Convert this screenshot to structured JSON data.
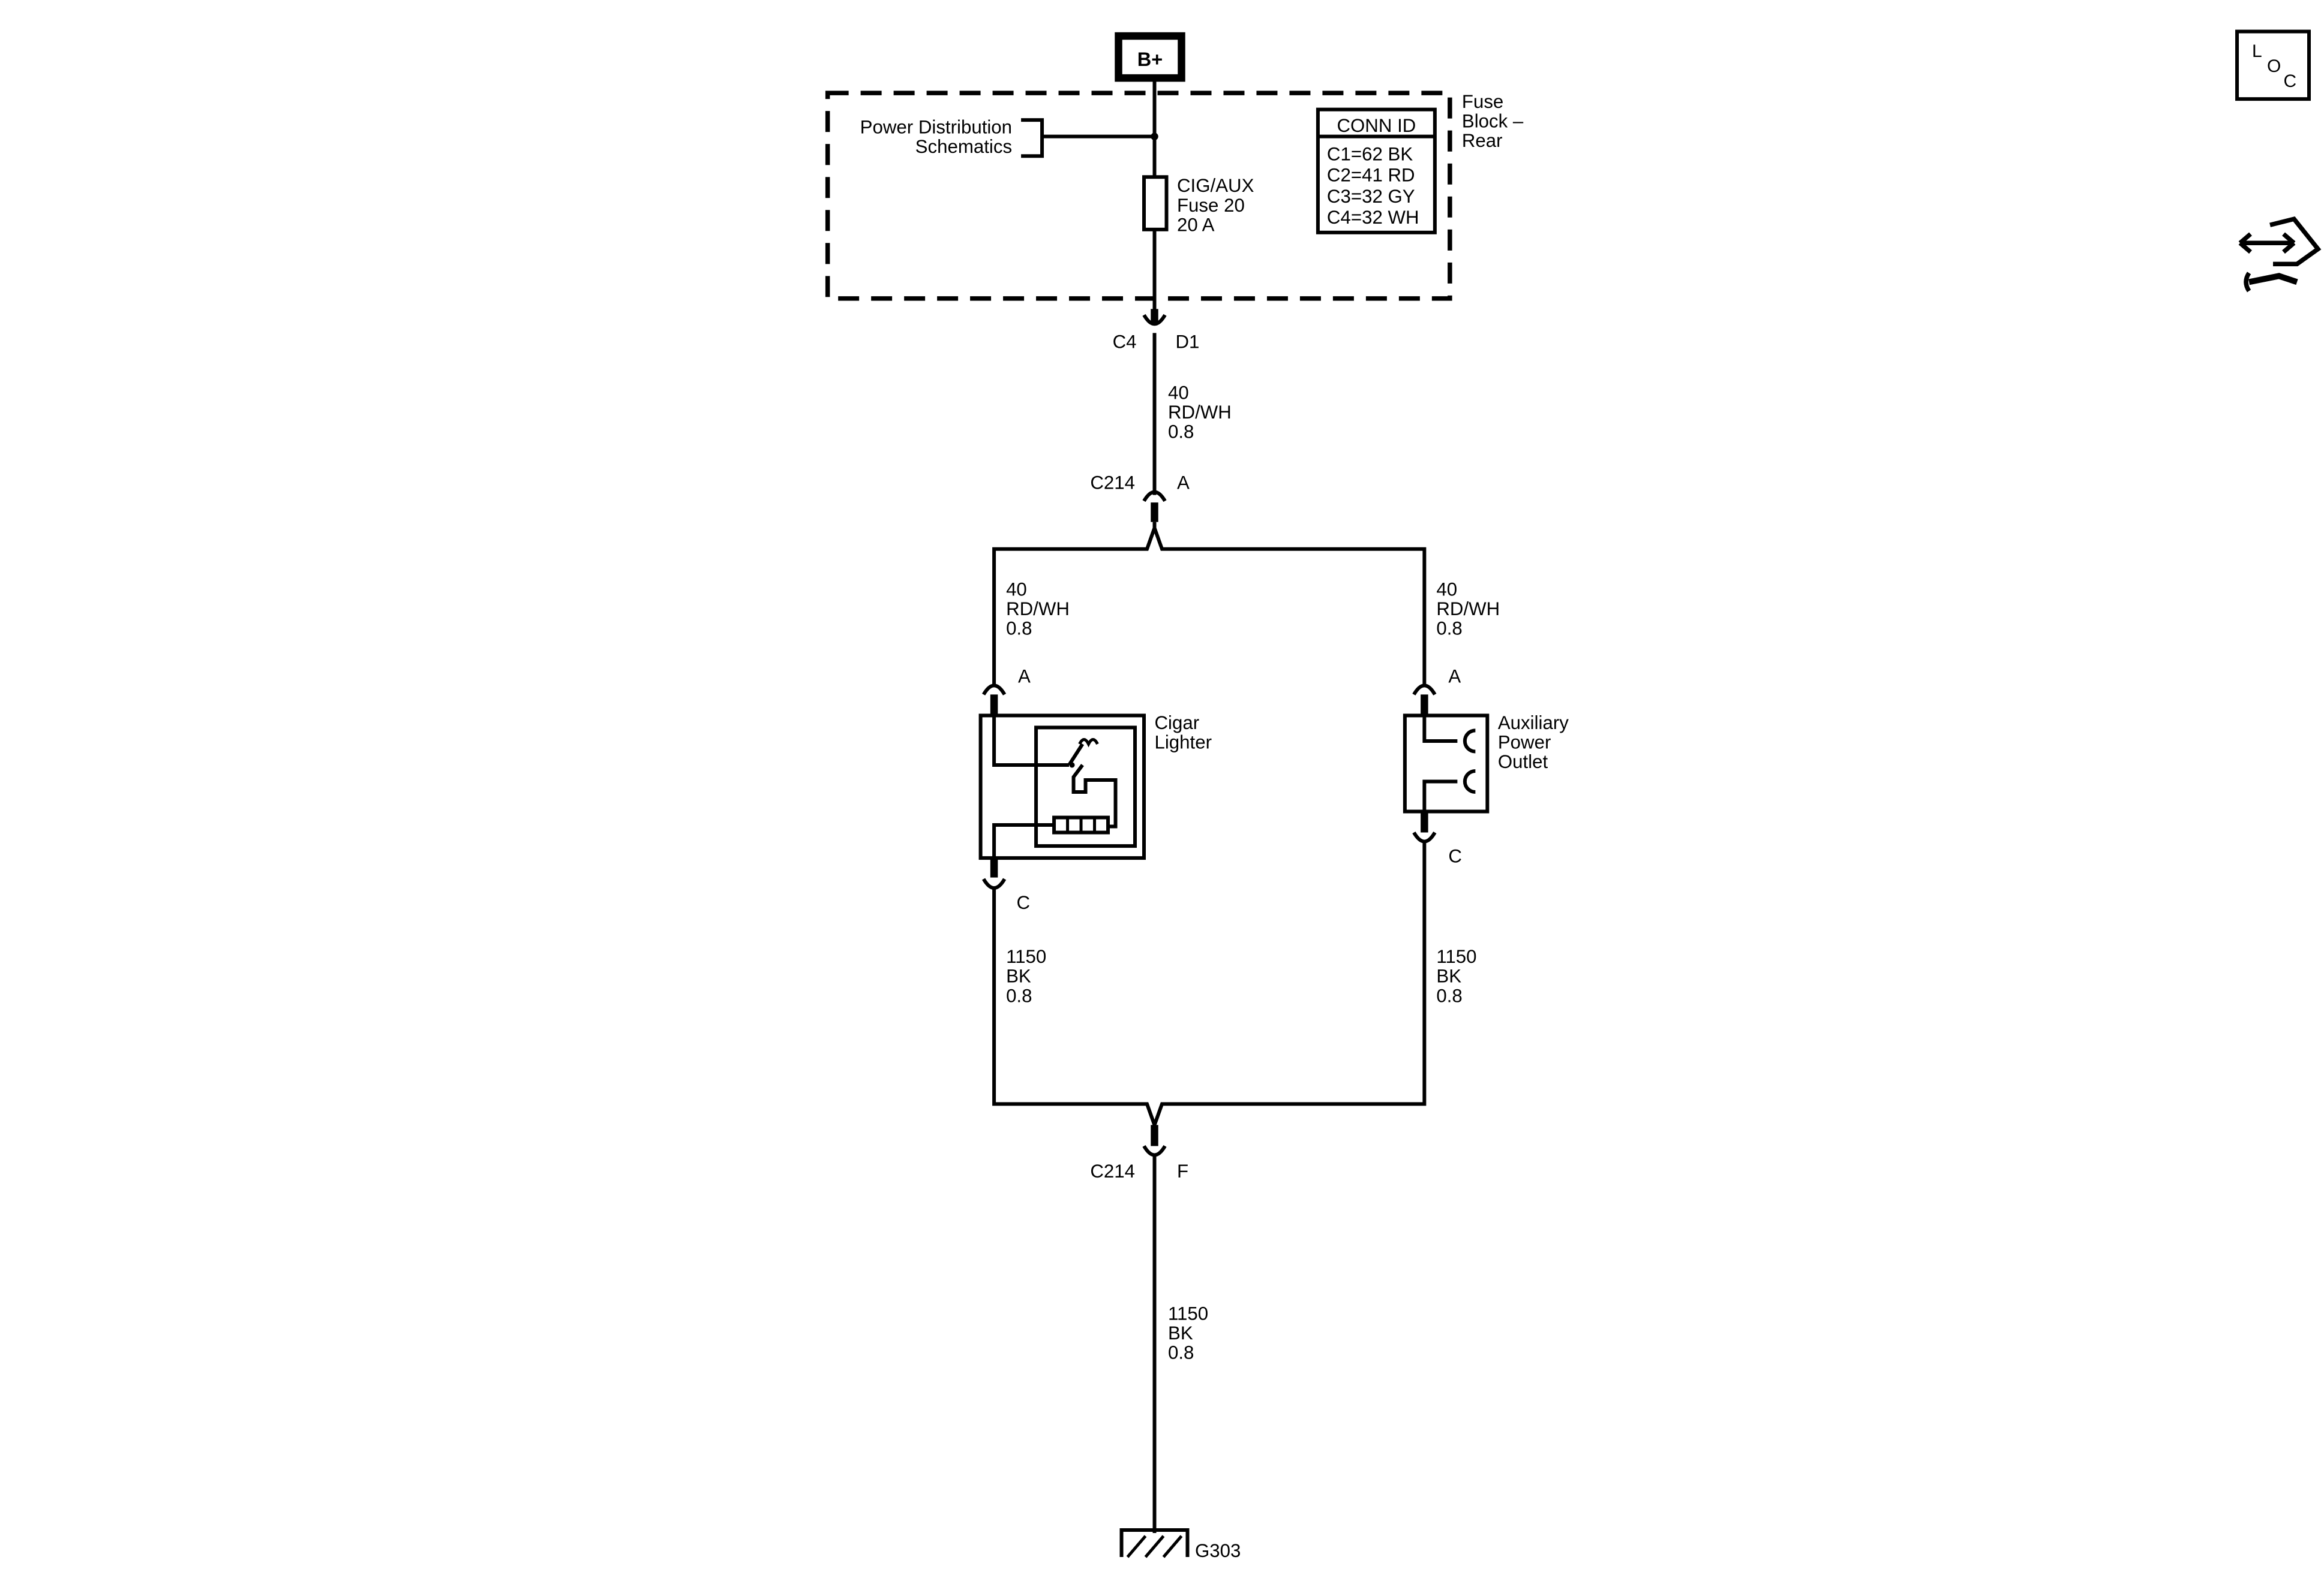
{
  "supply": {
    "label": "B+"
  },
  "fuse_block": {
    "name_lines": [
      "Fuse",
      "Block –",
      "Rear"
    ],
    "power_distribution_lines": [
      "Power Distribution",
      "Schematics"
    ],
    "fuse_lines": [
      "CIG/AUX",
      "Fuse 20",
      "20 A"
    ],
    "conn_id": {
      "title": "CONN ID",
      "rows": [
        "C1=62 BK",
        "C2=41 RD",
        "C3=32 GY",
        "C4=32 WH"
      ]
    },
    "connector": {
      "name": "C4",
      "pin": "D1"
    }
  },
  "wires": {
    "feed_main": [
      "40",
      "RD/WH",
      "0.8"
    ],
    "feed_lighter": [
      "40",
      "RD/WH",
      "0.8"
    ],
    "feed_outlet": [
      "40",
      "RD/WH",
      "0.8"
    ],
    "ground_lighter": [
      "1150",
      "BK",
      "0.8"
    ],
    "ground_outlet": [
      "1150",
      "BK",
      "0.8"
    ],
    "ground_main": [
      "1150",
      "BK",
      "0.8"
    ]
  },
  "connectors": {
    "c214_top": {
      "name": "C214",
      "pin": "A"
    },
    "c214_bottom": {
      "name": "C214",
      "pin": "F"
    },
    "lighter_in": "A",
    "lighter_out": "C",
    "outlet_in": "A",
    "outlet_out": "C"
  },
  "components": {
    "cigar_lighter": [
      "Cigar",
      "Lighter"
    ],
    "aux_outlet": [
      "Auxiliary",
      "Power",
      "Outlet"
    ]
  },
  "ground": {
    "label": "G303"
  },
  "loc_icon": {
    "letters": [
      "L",
      "O",
      "C"
    ]
  },
  "icons": [
    "loc-icon",
    "connector-repair-icon"
  ]
}
